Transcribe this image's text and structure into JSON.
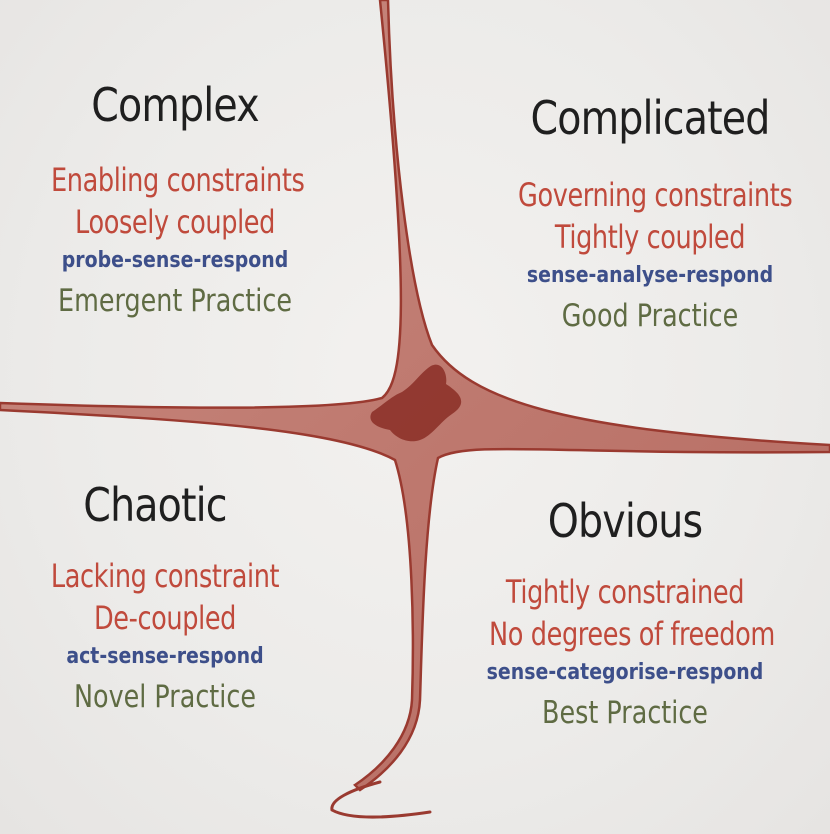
{
  "quadrants": {
    "complex": {
      "title": "Complex",
      "constraint": "Enabling constraints",
      "coupling": "Loosely coupled",
      "approach": "probe-sense-respond",
      "practice": "Emergent Practice"
    },
    "complicated": {
      "title": "Complicated",
      "constraint": "Governing constraints",
      "coupling": "Tightly coupled",
      "approach": "sense-analyse-respond",
      "practice": "Good Practice"
    },
    "chaotic": {
      "title": "Chaotic",
      "constraint": "Lacking constraint",
      "coupling": "De-coupled",
      "approach": "act-sense-respond",
      "practice": "Novel Practice"
    },
    "obvious": {
      "title": "Obvious",
      "constraint": "Tightly constrained",
      "coupling": "No degrees of freedom",
      "approach": "sense-categorise-respond",
      "practice": "Best Practice"
    }
  },
  "colors": {
    "line": "#9a3a30",
    "center": "#8a2e26",
    "title": "#1f1f1f",
    "constraint_text": "#c04a3c",
    "approach_text": "#3d4f8a",
    "practice_text": "#5f6b43"
  }
}
